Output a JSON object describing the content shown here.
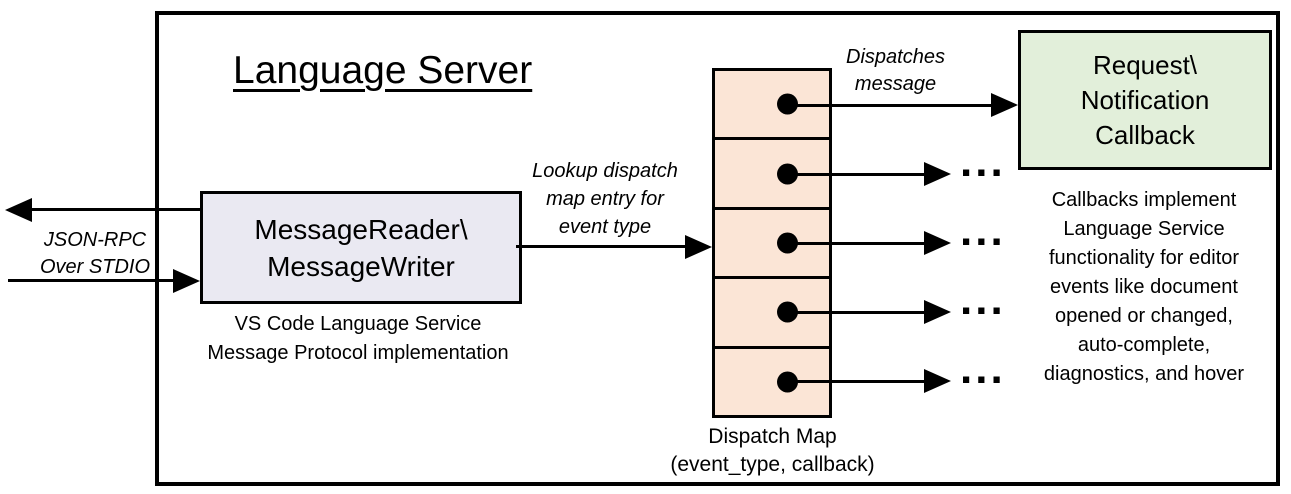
{
  "title": "Language Server",
  "stdio": {
    "lines": [
      "JSON-RPC",
      "Over STDIO"
    ]
  },
  "message_handler": {
    "lines": [
      "MessageReader\\",
      "MessageWriter"
    ],
    "caption": [
      "VS Code Language Service",
      "Message Protocol implementation"
    ]
  },
  "lookup_label": {
    "lines": [
      "Lookup dispatch",
      "map entry for",
      "event type"
    ]
  },
  "dispatches_label": {
    "lines": [
      "Dispatches",
      "message"
    ]
  },
  "dispatch_map": {
    "label": "Dispatch Map",
    "sublabel": "(event_type, callback)",
    "cell_count": 5
  },
  "callback_box": {
    "lines": [
      "Request\\",
      "Notification",
      "Callback"
    ]
  },
  "callback_note": {
    "lines": [
      "Callbacks implement",
      "Language Service",
      "functionality for editor",
      "events like document",
      "opened or changed,",
      "auto-complete,",
      "diagnostics, and hover"
    ]
  },
  "ellipsis": "...",
  "colors": {
    "message_box_fill": "#EAE9F2",
    "dispatch_map_fill": "#FBE5D6",
    "callback_box_fill": "#E2EFDA",
    "line": "#000000",
    "background": "#FFFFFF"
  }
}
